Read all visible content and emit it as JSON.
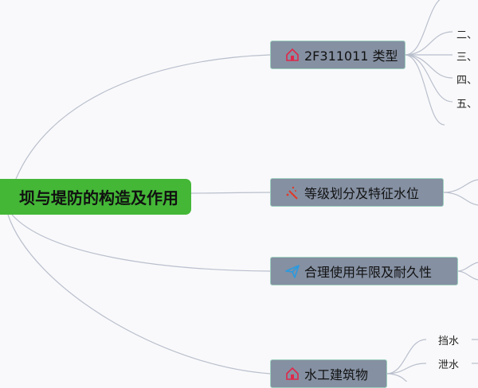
{
  "root": {
    "label": "坝与堤防的构造及作用",
    "color": "#44b737"
  },
  "branches": [
    {
      "label": "2F311011 类型",
      "icon": "house-icon",
      "icon_color": "#e0284a"
    },
    {
      "label": "等级划分及特征水位",
      "icon": "magic-wand-icon",
      "icon_color": "#e03a2a"
    },
    {
      "label": "合理使用年限及耐久性",
      "icon": "paper-plane-icon",
      "icon_color": "#2a9ae0"
    },
    {
      "label": "水工建筑物",
      "icon": "house-icon",
      "icon_color": "#e0284a"
    }
  ],
  "leaves_types": [
    "二、",
    "三、",
    "四、",
    "五、"
  ],
  "leaves_buildings": [
    "挡水",
    "泄水"
  ]
}
